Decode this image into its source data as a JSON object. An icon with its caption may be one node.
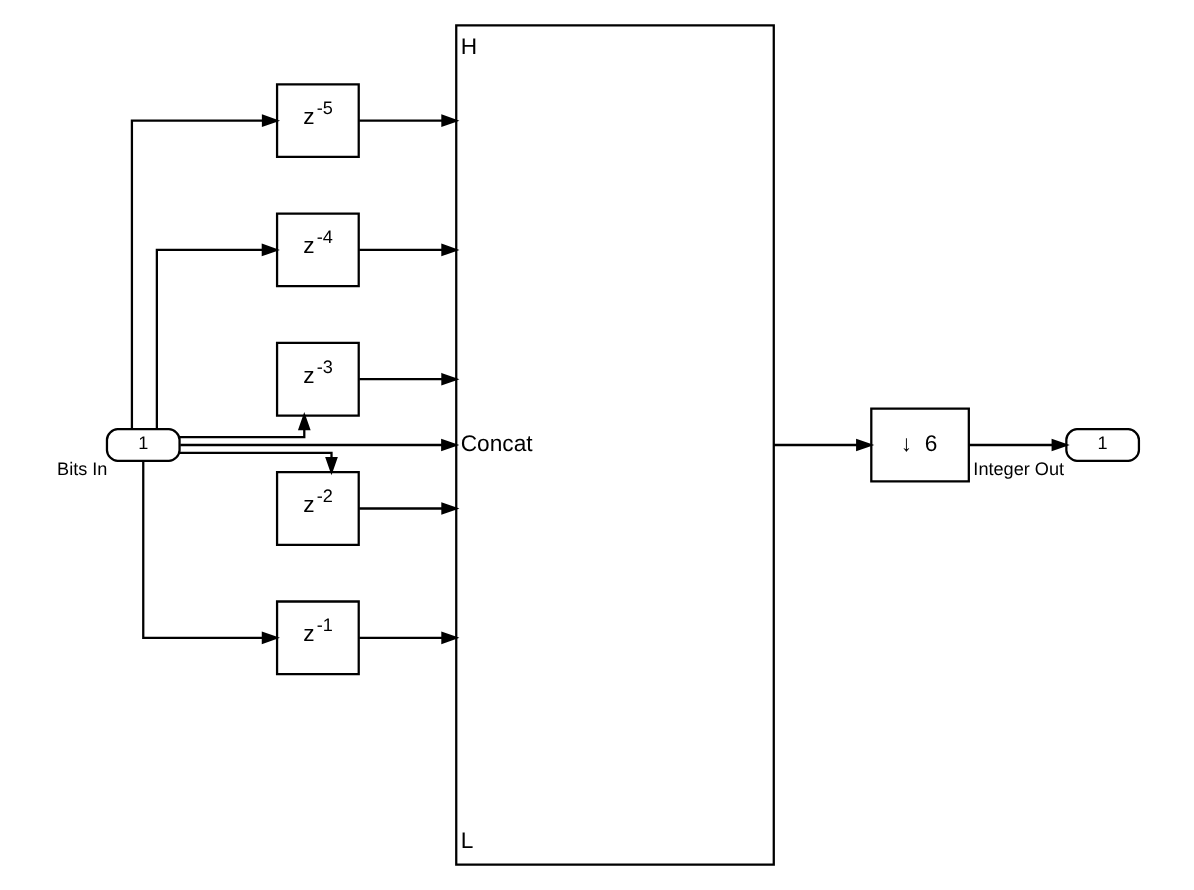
{
  "diagram": {
    "nodes": [
      {
        "text": [
          "1"
        ],
        "beside": [
          "Bits In"
        ]
      },
      {
        "text": [
          "z$^{-5}$"
        ]
      },
      {
        "text": [
          "z$^{-4}$"
        ]
      },
      {
        "text": [
          "z$^{-3}$"
        ]
      },
      {
        "text": [
          "z$^{-2}$"
        ]
      },
      {
        "text": [
          "z$^{-1}$"
        ]
      },
      {
        "text": [
          "H",
          "Concat",
          "L"
        ]
      },
      {
        "text": [
          "↓",
          "6"
        ]
      },
      {
        "text": [
          "1"
        ],
        "beside": [
          "Integer Out"
        ]
      }
    ],
    "edges": [
      {
        "from": 0,
        "to": 1,
        "arrow": "to"
      },
      {
        "from": 0,
        "to": 2,
        "arrow": "to"
      },
      {
        "from": 0,
        "to": 3,
        "arrow": "to"
      },
      {
        "from": 0,
        "to": 4,
        "arrow": "to"
      },
      {
        "from": 0,
        "to": 5,
        "arrow": "to"
      },
      {
        "from": 0,
        "to": 6,
        "arrow": "to"
      },
      {
        "from": 1,
        "to": 6,
        "arrow": "to"
      },
      {
        "from": 2,
        "to": 6,
        "arrow": "to"
      },
      {
        "from": 3,
        "to": 6,
        "arrow": "to"
      },
      {
        "from": 4,
        "to": 6,
        "arrow": "to"
      },
      {
        "from": 5,
        "to": 6,
        "arrow": "to"
      },
      {
        "from": 6,
        "to": 7,
        "arrow": "to"
      },
      {
        "from": 7,
        "to": 8,
        "arrow": "to"
      }
    ]
  }
}
